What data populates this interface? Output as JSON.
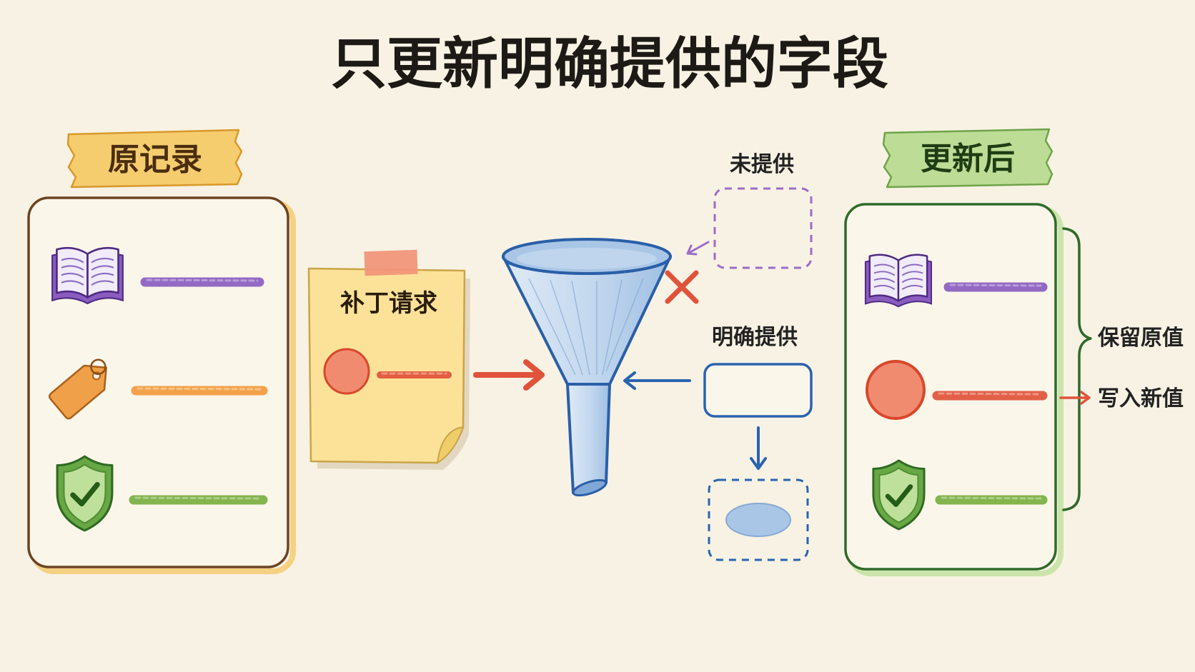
{
  "title": "只更新明确提供的字段",
  "original_record": {
    "label": "原记录",
    "fields": [
      {
        "icon": "book-icon",
        "color": "#8a5cc0"
      },
      {
        "icon": "tag-icon",
        "color": "#f29a3b"
      },
      {
        "icon": "shield-icon",
        "color": "#78ae3f"
      }
    ]
  },
  "patch_request": {
    "label": "补丁请求",
    "fields": [
      {
        "icon": "circle-icon",
        "color": "#e0533a"
      }
    ]
  },
  "merge": {
    "icon": "funnel-icon",
    "not_provided": {
      "label": "未提供",
      "icon": "cross-icon"
    },
    "provided": {
      "label": "明确提供"
    }
  },
  "updated_record": {
    "label": "更新后",
    "fields": [
      {
        "icon": "book-icon",
        "color": "#8a5cc0"
      },
      {
        "icon": "circle-icon",
        "color": "#e0533a"
      },
      {
        "icon": "shield-icon",
        "color": "#78ae3f"
      }
    ]
  },
  "legend": {
    "keep_label": "保留原值",
    "write_label": "写入新值"
  },
  "colors": {
    "purple": "#8a5cc0",
    "orange": "#f29a3b",
    "green": "#78ae3f",
    "red": "#e0533a",
    "blue": "#2a63b0",
    "paper": "#f8f2e4",
    "ink": "#1d1a16",
    "brown": "#6b4423",
    "darkgreen": "#2f6a2a",
    "tape-yellow": "#f5cd6f",
    "tape-green": "#bddc95",
    "note": "#fbe298"
  }
}
